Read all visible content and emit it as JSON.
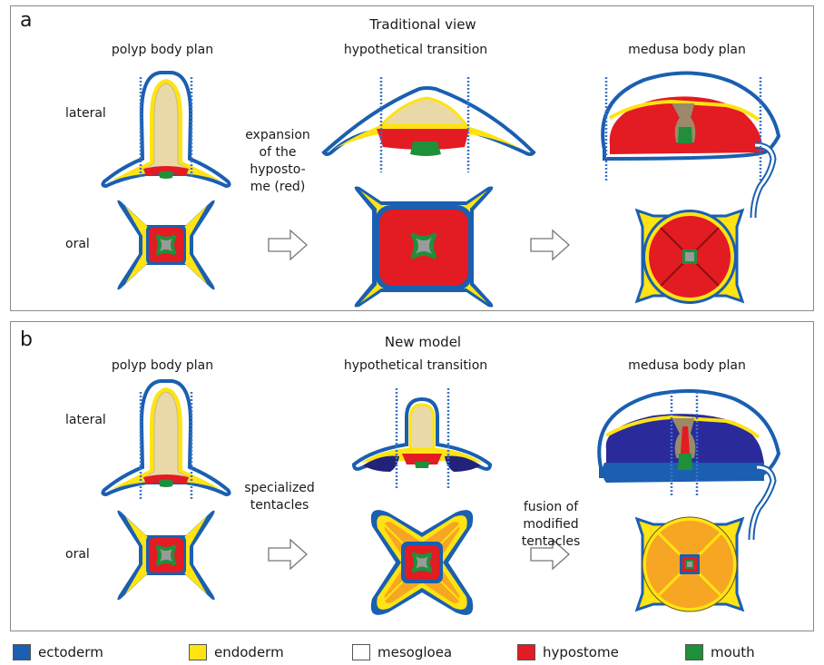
{
  "panel_a": {
    "letter": "a",
    "title": "Traditional view",
    "col_polyp": "polyp body plan",
    "col_transition": "hypothetical transition",
    "col_medusa": "medusa body plan",
    "row_lateral": "lateral",
    "row_oral": "oral",
    "note_lines": [
      "expansion",
      "of the",
      "hyposto-",
      "me (red)"
    ]
  },
  "panel_b": {
    "letter": "b",
    "title": "New model",
    "col_polyp": "polyp body plan",
    "col_transition": "hypothetical transition",
    "col_medusa": "medusa body plan",
    "row_lateral": "lateral",
    "row_oral": "oral",
    "note1_lines": [
      "specialized",
      "tentacles"
    ],
    "note2_lines": [
      "fusion of",
      "modified",
      "tentacles"
    ]
  },
  "legend": [
    {
      "label": "ectoderm",
      "color": "#1a5fb0"
    },
    {
      "label": "endoderm",
      "color": "#ffe312"
    },
    {
      "label": "mesogloea",
      "color": "#ffffff"
    },
    {
      "label": "hypostome",
      "color": "#e31b23"
    },
    {
      "label": "mouth",
      "color": "#1f8f3b"
    }
  ]
}
